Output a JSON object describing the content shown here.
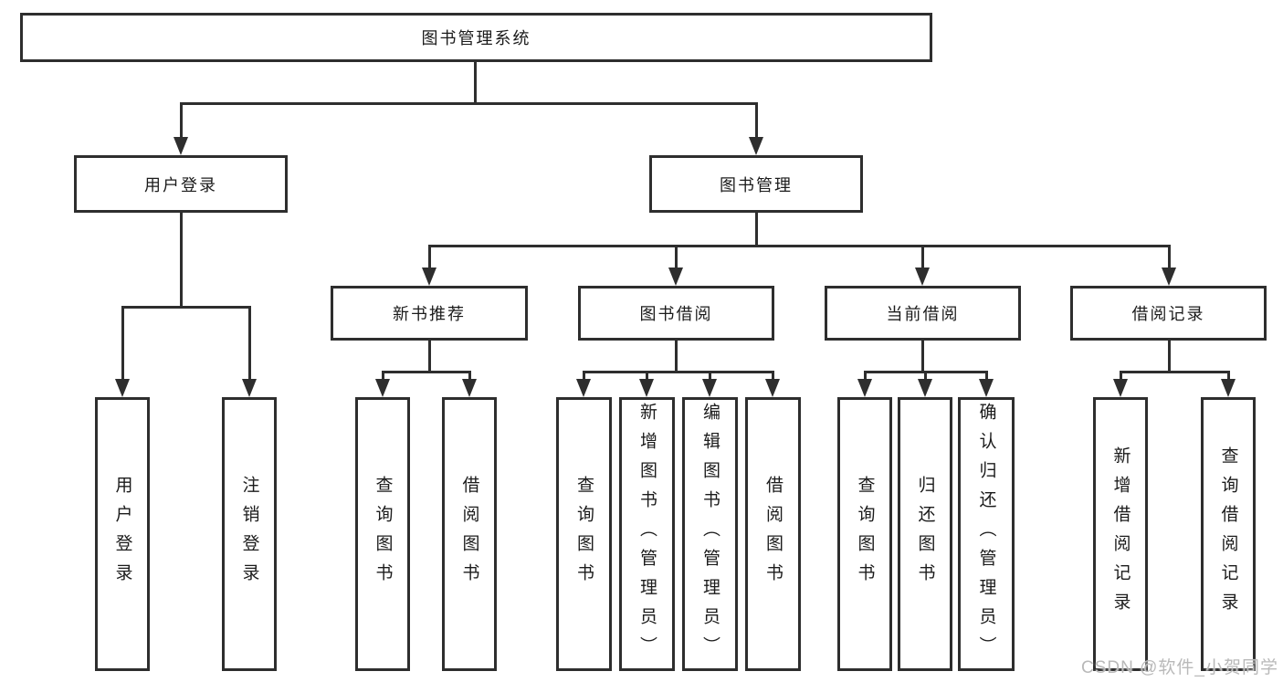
{
  "diagram": {
    "type": "hierarchy-tree",
    "tree": {
      "label": "图书管理系统",
      "children": [
        {
          "label": "用户登录",
          "children": [
            {
              "label": "用户登录"
            },
            {
              "label": "注销登录"
            }
          ]
        },
        {
          "label": "图书管理",
          "children": [
            {
              "label": "新书推荐",
              "children": [
                {
                  "label": "查询图书"
                },
                {
                  "label": "借阅图书"
                }
              ]
            },
            {
              "label": "图书借阅",
              "children": [
                {
                  "label": "查询图书"
                },
                {
                  "label": "新增图书（管理员）"
                },
                {
                  "label": "编辑图书（管理员）"
                },
                {
                  "label": "借阅图书"
                }
              ]
            },
            {
              "label": "当前借阅",
              "children": [
                {
                  "label": "查询图书"
                },
                {
                  "label": "归还图书"
                },
                {
                  "label": "确认归还（管理员）"
                }
              ]
            },
            {
              "label": "借阅记录",
              "children": [
                {
                  "label": "新增借阅记录"
                },
                {
                  "label": "查询借阅记录"
                }
              ]
            }
          ]
        }
      ]
    }
  },
  "watermark": {
    "text": "CSDN @软件_小贺同学"
  },
  "colors": {
    "line": "#2e2e2e",
    "box_border": "#2e2e2e",
    "box_fill": "#ffffff",
    "text": "#1b1b1b",
    "background": "#ffffff",
    "watermark": "#b9b9b9"
  },
  "icons": {
    "arrowhead_down": "solid downward triangle (css border shape)"
  }
}
